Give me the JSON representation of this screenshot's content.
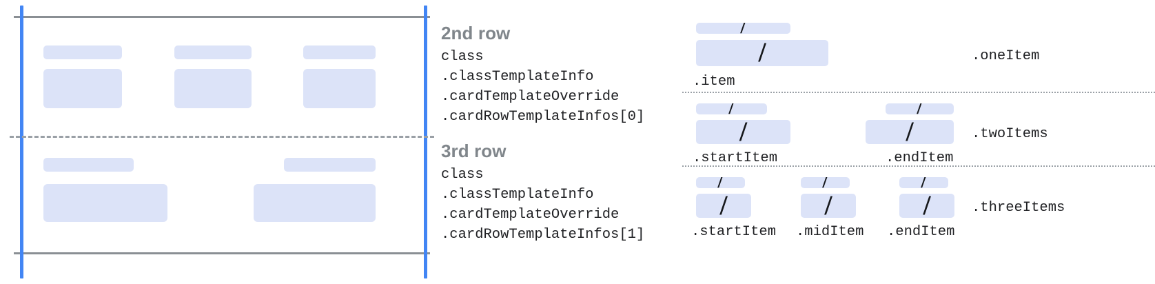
{
  "colors": {
    "placeholder_fill": "#dce3f8",
    "guide_blue": "#4285f4",
    "rule_gray": "#8a8f94",
    "dash_gray": "#9aa0a6",
    "heading_gray": "#80868b",
    "code_text": "#202124",
    "slash_glyph": "#16181b",
    "background": "#ffffff"
  },
  "left_diagram": {
    "rows": [
      {
        "id": "second-row",
        "cells": [
          {
            "pill": true,
            "box": true
          },
          {
            "pill": true,
            "box": true
          },
          {
            "pill": true,
            "box": true
          }
        ]
      },
      {
        "id": "third-row",
        "cells": [
          {
            "pill": true,
            "box": true
          },
          {
            "pill": true,
            "box": true
          }
        ]
      }
    ]
  },
  "text_column": {
    "blocks": [
      {
        "heading": "2nd row",
        "lines": [
          "class",
          ".classTemplateInfo",
          ".cardTemplateOverride",
          ".cardRowTemplateInfos[0]"
        ]
      },
      {
        "heading": "3rd row",
        "lines": [
          "class",
          ".classTemplateInfo",
          ".cardTemplateOverride",
          ".cardRowTemplateInfos[1]"
        ]
      }
    ]
  },
  "right_diagram": {
    "slash_glyph": "/",
    "bands": [
      {
        "band_label": ".oneItem",
        "items": [
          {
            "label": ".item"
          }
        ]
      },
      {
        "band_label": ".twoItems",
        "items": [
          {
            "label": ".startItem"
          },
          {
            "label": ".endItem"
          }
        ]
      },
      {
        "band_label": ".threeItems",
        "items": [
          {
            "label": ".startItem"
          },
          {
            "label": ".midItem"
          },
          {
            "label": ".endItem"
          }
        ]
      }
    ]
  }
}
